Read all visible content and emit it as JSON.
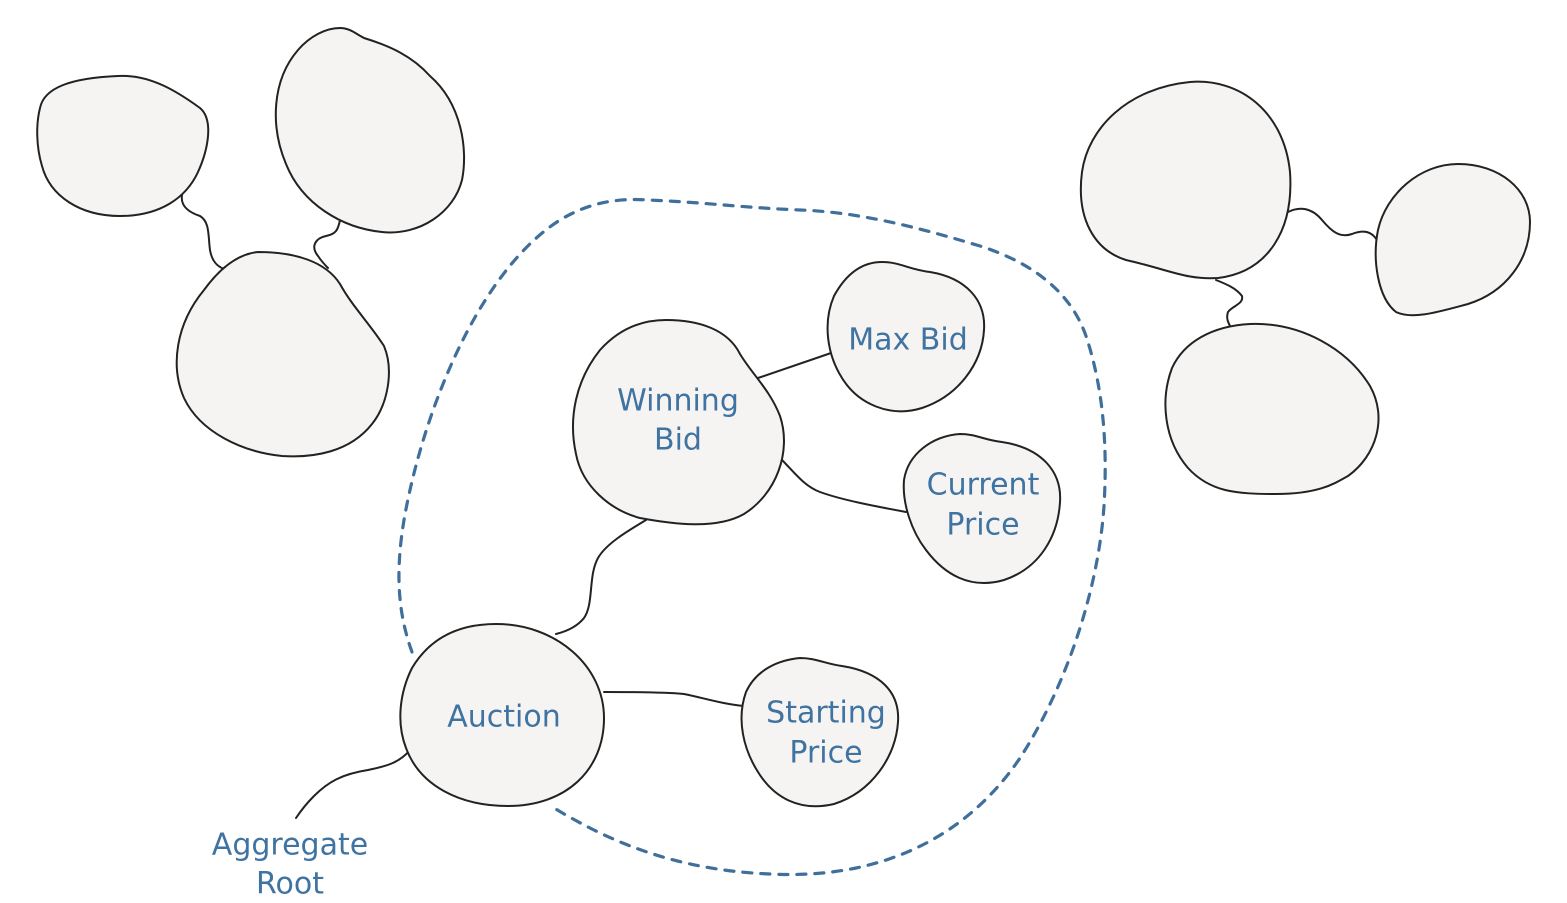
{
  "colors": {
    "label": "#3f73a1",
    "boundary": "#3f6f9a",
    "node_fill": "#f5f4f2",
    "outline": "#222222"
  },
  "nodes": {
    "winning_bid": {
      "line1": "Winning",
      "line2": "Bid"
    },
    "max_bid": {
      "label": "Max Bid"
    },
    "current_price": {
      "line1": "Current",
      "line2": "Price"
    },
    "auction": {
      "label": "Auction"
    },
    "starting_price": {
      "line1": "Starting",
      "line2": "Price"
    }
  },
  "callout": {
    "line1": "Aggregate",
    "line2": "Root"
  }
}
